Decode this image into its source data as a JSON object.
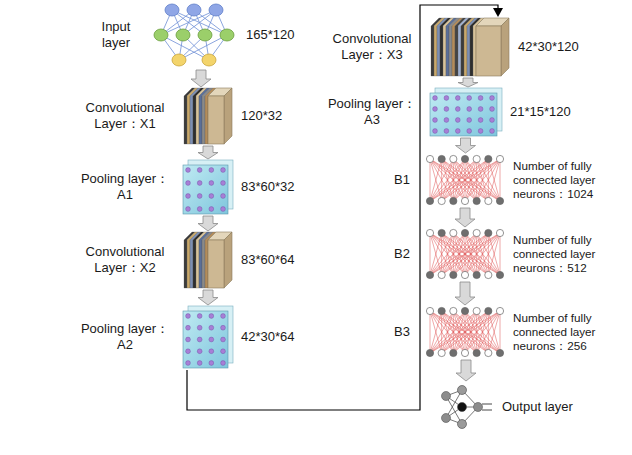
{
  "diagram": {
    "nodes": [
      {
        "text": [
          "Input layer",
          "165*120"
        ]
      },
      {
        "text": [
          "Convolutional Layer：X1",
          "120*32"
        ]
      },
      {
        "text": [
          "Pooling layer：A1",
          "83*60*32"
        ]
      },
      {
        "text": [
          "Convolutional Layer：X2",
          "83*60*64"
        ]
      },
      {
        "text": [
          "Pooling layer：A2",
          "42*30*64"
        ]
      },
      {
        "text": [
          "Convolutional Layer：X3",
          "42*30*120"
        ]
      },
      {
        "text": [
          "Pooling layer：A3",
          "21*15*120"
        ]
      },
      {
        "text": [
          "B1",
          "Number of fully connected layer neurons：1024"
        ]
      },
      {
        "text": [
          "B2",
          "Number of fully connected layer neurons：512"
        ]
      },
      {
        "text": [
          "B3",
          "Number of fully connected layer neurons：256"
        ]
      },
      {
        "text": [
          "Output layer"
        ]
      }
    ],
    "edges": [
      {
        "from": 0,
        "to": 1,
        "arrow": "to"
      },
      {
        "from": 1,
        "to": 2,
        "arrow": "to"
      },
      {
        "from": 2,
        "to": 3,
        "arrow": "to"
      },
      {
        "from": 3,
        "to": 4,
        "arrow": "to"
      },
      {
        "from": 4,
        "to": 5,
        "arrow": "to"
      },
      {
        "from": 5,
        "to": 6,
        "arrow": "to"
      },
      {
        "from": 6,
        "to": 7,
        "arrow": "to"
      },
      {
        "from": 7,
        "to": 8,
        "arrow": "to"
      },
      {
        "from": 8,
        "to": 9,
        "arrow": "to"
      },
      {
        "from": 9,
        "to": 10,
        "arrow": "to"
      }
    ]
  }
}
